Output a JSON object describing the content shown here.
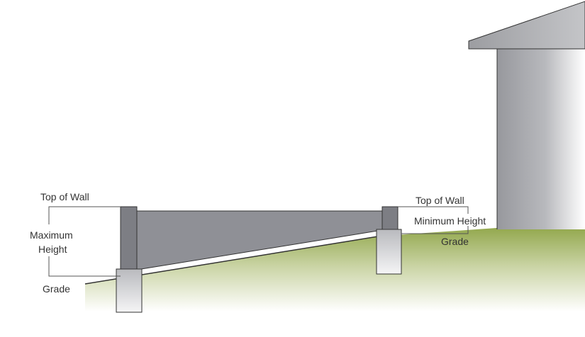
{
  "labels": {
    "left_top_of_wall": "Top of Wall",
    "left_max_line1": "Maximum",
    "left_max_line2": "Height",
    "left_grade": "Grade",
    "right_top_of_wall": "Top of Wall",
    "right_min_height": "Minimum Height",
    "right_grade": "Grade"
  },
  "colors": {
    "wall_panel": "#8f9096",
    "post": "#7d7e84",
    "footing_top": "#c9cacd",
    "footing_bottom": "#f2f2f3",
    "ground": "#93a84e",
    "house_dark": "#97989d",
    "house_light": "#ffffff",
    "roof": "#a9aaad",
    "outline": "#333333",
    "dimension_line": "#555555"
  }
}
